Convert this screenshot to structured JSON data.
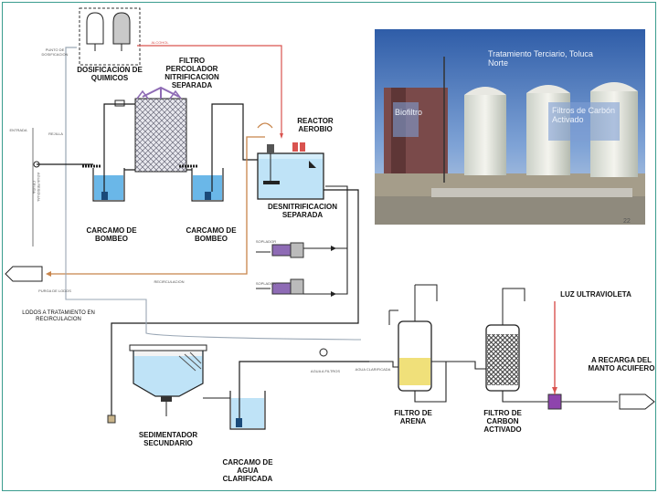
{
  "labels": {
    "dosificacion": "DOSIFICACION DE QUIMICOS",
    "filtro_percolador": "FILTRO PERCOLADOR NITRIFICACION SEPARADA",
    "reactor": "REACTOR AEROBIO",
    "desnitrificacion": "DESNITRIFICACION SEPARADA",
    "carcamo_bombeo_1": "CARCAMO DE BOMBEO",
    "carcamo_bombeo_2": "CARCAMO DE BOMBEO",
    "lodos": "LODOS A TRATAMIENTO EN RECIRCULACION",
    "sedimentador": "SEDIMENTADOR SECUNDARIO",
    "carcamo_agua": "CARCAMO DE AGUA CLARIFICADA",
    "filtro_arena": "FILTRO DE ARENA",
    "filtro_carbon": "FILTRO DE CARBON ACTIVADO",
    "luz_uv": "LUZ ULTRAVIOLETA",
    "recarga": "A RECARGA DEL MANTO ACUIFERO"
  },
  "small_labels": {
    "top_left": "PUNTO DE DOSIFICACION",
    "alcohol": "ALCOHOL",
    "left_inlet": "ENTRADA",
    "rejilla": "REJILLA",
    "vertical_text": "AGUA RESIDUAL CRUDA",
    "reactor_bottom": "RECIRCULACION",
    "lodos_small": "PURGA DE LODOS",
    "blower1": "SOPLADOR",
    "blower2": "SOPLADOR",
    "mid_pipe": "AGUA A FILTROS",
    "pre_filter": "AGUA CLARIFICADA"
  },
  "photo": {
    "title": "Tratamiento Terciario, Toluca Norte",
    "biofiltro": "Biofiltro",
    "filtros_carbon": "Filtros de Carbón Activado",
    "page_number": "22"
  },
  "colors": {
    "pipe_black": "#1a1a1a",
    "pipe_brown": "#c8844a",
    "pipe_red": "#d9534f",
    "pipe_gray": "#9aa7b5",
    "water_blue": "#6ab7e8",
    "sand": "#f0e07a",
    "frame": "#3a9c8e"
  }
}
